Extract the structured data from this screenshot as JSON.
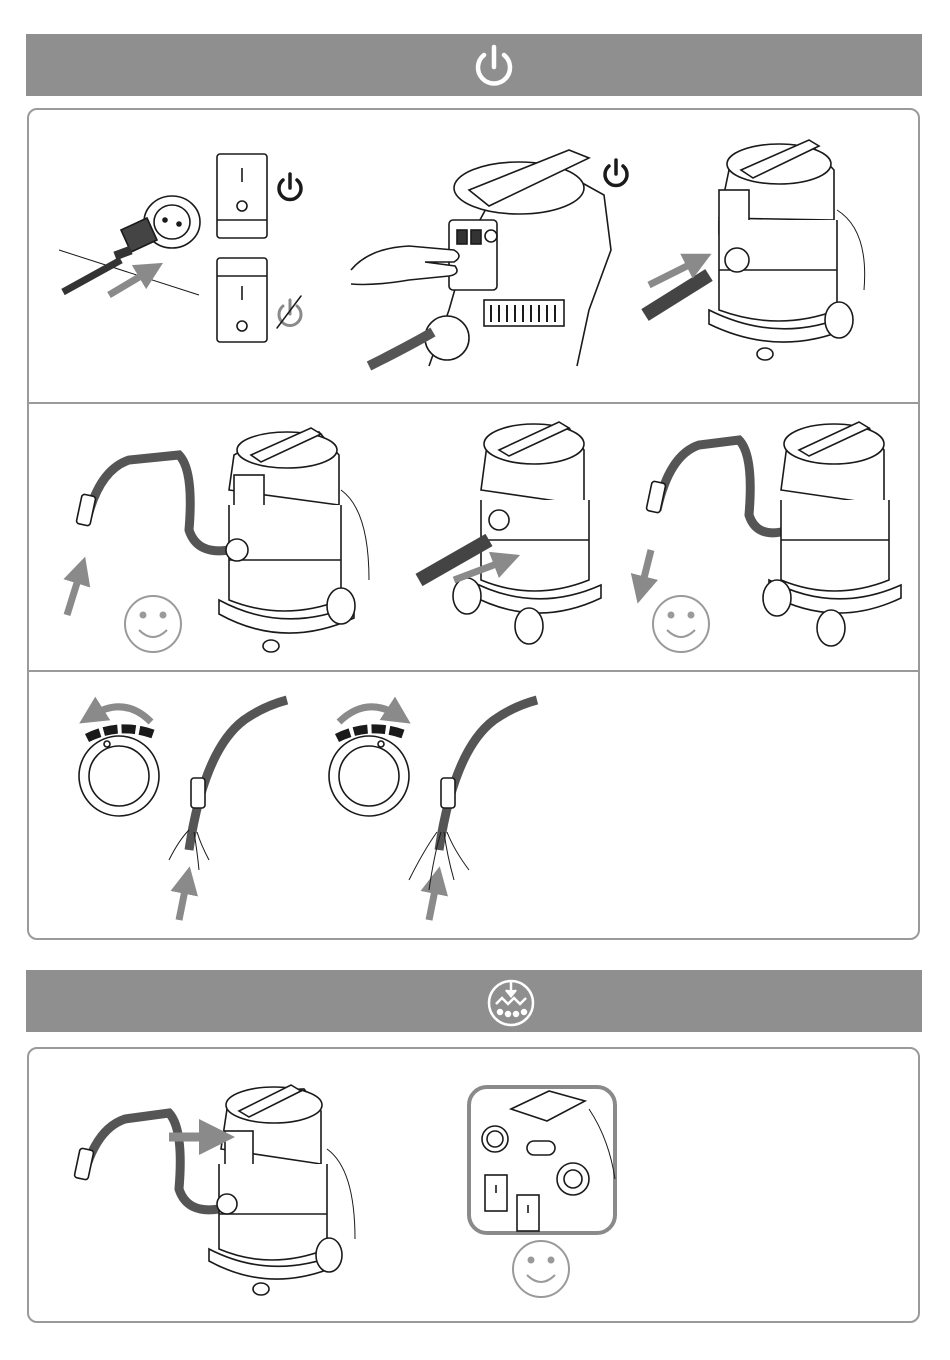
{
  "sections": [
    {
      "icon": "power-icon",
      "steps": [
        {
          "name": "plug-into-socket",
          "icons": [
            "plug-icon",
            "socket-icon",
            "arrow-icon"
          ]
        },
        {
          "name": "switch-on-off-states",
          "icons": [
            "rocker-switch-on-icon",
            "power-icon",
            "rocker-switch-off-icon",
            "power-off-icon"
          ]
        },
        {
          "name": "press-power-switch",
          "icons": [
            "hand-icon",
            "power-icon"
          ]
        },
        {
          "name": "attach-hose",
          "icons": [
            "arrow-icon"
          ]
        },
        {
          "name": "vacuum-suction",
          "icons": [
            "arrow-icon",
            "smiley-icon"
          ]
        },
        {
          "name": "blow-mode-hose",
          "icons": [
            "arrow-icon"
          ]
        },
        {
          "name": "blowing-air",
          "icons": [
            "arrow-icon",
            "smiley-icon"
          ]
        },
        {
          "name": "suction-regulator-low",
          "icons": [
            "rotate-left-icon",
            "dial-icon",
            "arrow-icon"
          ]
        },
        {
          "name": "suction-regulator-high",
          "icons": [
            "rotate-right-icon",
            "dial-icon",
            "arrow-icon"
          ]
        }
      ]
    },
    {
      "icon": "wet-vacuum-icon",
      "steps": [
        {
          "name": "auto-filter-clean",
          "icons": [
            "arrow-icon"
          ]
        },
        {
          "name": "control-panel-closeup",
          "icons": [
            "smiley-icon"
          ]
        }
      ]
    }
  ],
  "colors": {
    "header": "#8f8f8f",
    "border": "#9a9a9a",
    "arrow": "#8a8a8a",
    "line": "#1a1a1a"
  }
}
